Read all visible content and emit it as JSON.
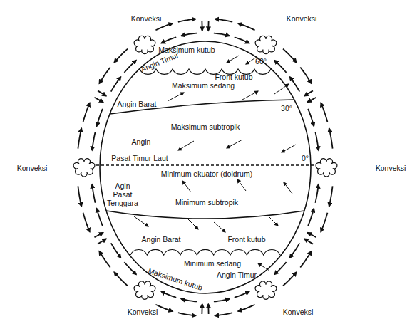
{
  "diagram": {
    "labels": [
      "Konveksi",
      "Konveksi",
      "Maksimum kutub",
      "Angin Timur",
      "Front kutub",
      "60°",
      "Maksimum sedang",
      "Angin Barat",
      "30°",
      "Maksimum subtropik",
      "Angin",
      "Pasat Timur Laut",
      "0°",
      "Konveksi",
      "Konveksi",
      "Minimum ekuator (doldrum)",
      "Agin Pasat Tenggara",
      "Minimum subtropik",
      "Angin Barat",
      "Front kutub",
      "Minimum sedang",
      "Maksimum kutub",
      "Angin Timur",
      "Konveksi",
      "Konveksi"
    ]
  }
}
